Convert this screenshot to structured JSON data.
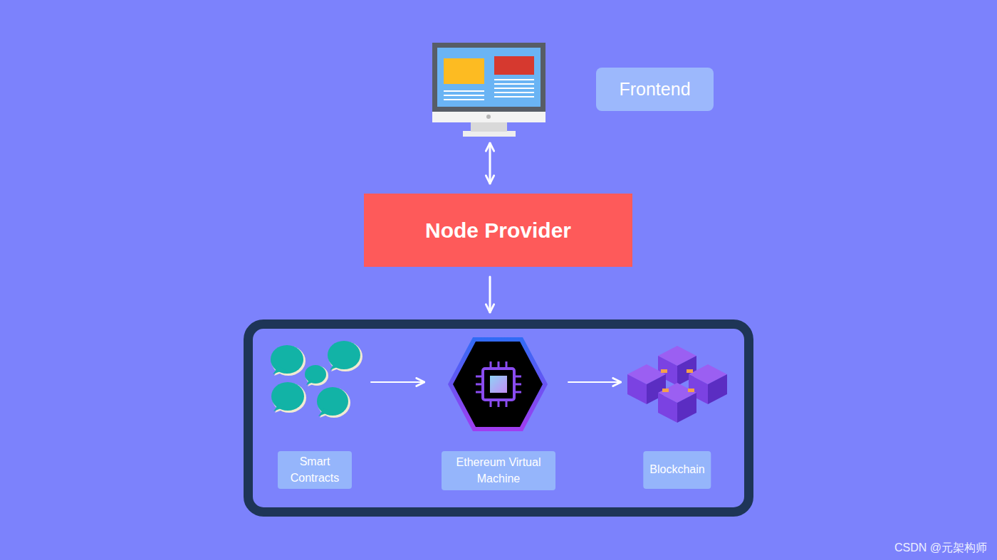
{
  "diagram": {
    "nodes": [
      {
        "text": [
          "Frontend"
        ]
      },
      {
        "text": [
          "Node Provider"
        ]
      },
      {
        "text": []
      },
      {
        "text": [
          "Smart Contracts"
        ],
        "in": 2
      },
      {
        "text": [
          "Ethereum Virtual Machine"
        ],
        "in": 2
      },
      {
        "text": [
          "Blockchain"
        ],
        "in": 2
      }
    ],
    "edges": [
      {
        "from": 0,
        "to": 1,
        "arrow": "both"
      },
      {
        "from": 1,
        "to": 2,
        "arrow": "to"
      },
      {
        "from": 3,
        "to": 4,
        "arrow": "to"
      },
      {
        "from": 4,
        "to": 5,
        "arrow": "to"
      }
    ],
    "labels": [
      "CSDN @元架构师"
    ]
  }
}
